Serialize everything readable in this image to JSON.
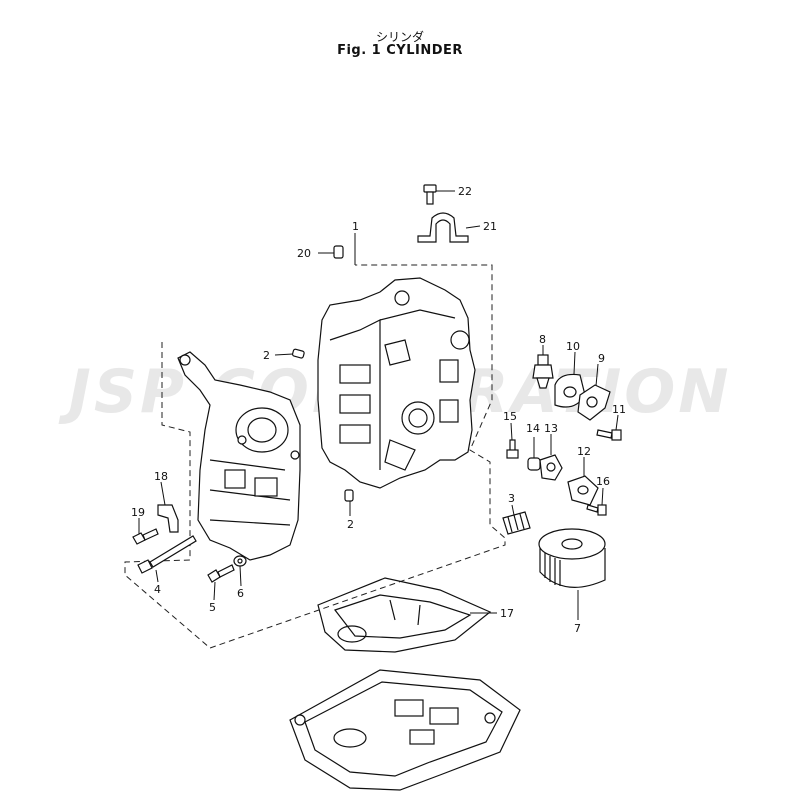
{
  "header": {
    "title_jp": "シリンダ",
    "title_en": "Fig. 1    CYLINDER"
  },
  "watermark": {
    "text": "JSP CORPORATION"
  },
  "callouts": [
    {
      "id": "c1",
      "label": "1"
    },
    {
      "id": "c2a",
      "label": "2"
    },
    {
      "id": "c2b",
      "label": "2"
    },
    {
      "id": "c3",
      "label": "3"
    },
    {
      "id": "c4",
      "label": "4"
    },
    {
      "id": "c5",
      "label": "5"
    },
    {
      "id": "c6",
      "label": "6"
    },
    {
      "id": "c7",
      "label": "7"
    },
    {
      "id": "c8",
      "label": "8"
    },
    {
      "id": "c9",
      "label": "9"
    },
    {
      "id": "c10",
      "label": "10"
    },
    {
      "id": "c11",
      "label": "11"
    },
    {
      "id": "c12",
      "label": "12"
    },
    {
      "id": "c13",
      "label": "13"
    },
    {
      "id": "c14",
      "label": "14"
    },
    {
      "id": "c15",
      "label": "15"
    },
    {
      "id": "c16",
      "label": "16"
    },
    {
      "id": "c17",
      "label": "17"
    },
    {
      "id": "c18",
      "label": "18"
    },
    {
      "id": "c19",
      "label": "19"
    },
    {
      "id": "c20",
      "label": "20"
    },
    {
      "id": "c21",
      "label": "21"
    },
    {
      "id": "c22",
      "label": "22"
    }
  ]
}
